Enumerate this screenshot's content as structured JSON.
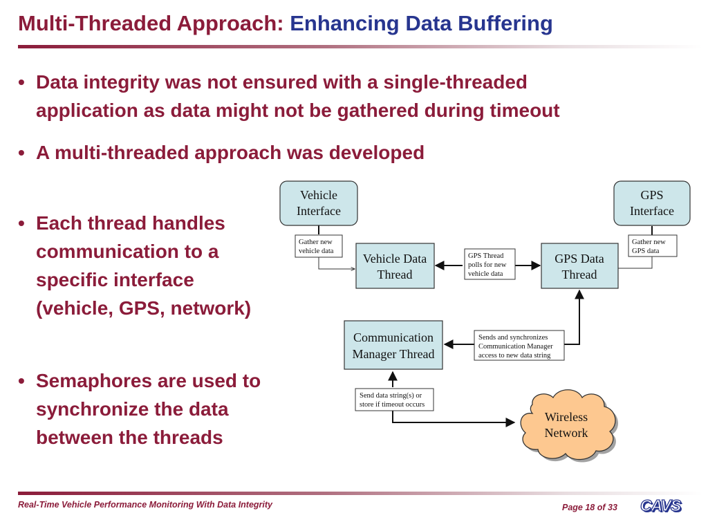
{
  "title": {
    "part1": "Multi-Threaded Approach:",
    "part2": "Enhancing Data Buffering"
  },
  "bullets": {
    "b1": [
      "Data integrity was not ensured with a single-threaded",
      "application as data might not be gathered during timeout"
    ],
    "b2": [
      "A multi-threaded approach was developed"
    ],
    "b3": [
      "Each thread handles",
      "communication to a",
      "specific interface",
      "(vehicle, GPS, network)"
    ],
    "b4": [
      "Semaphores are used to",
      "synchronize the data",
      "between the threads"
    ],
    "marker": "•"
  },
  "diagram": {
    "vehicle_interface": [
      "Vehicle",
      "Interface"
    ],
    "gps_interface": [
      "GPS",
      "Interface"
    ],
    "vehicle_thread": [
      "Vehicle Data",
      "Thread"
    ],
    "gps_thread": [
      "GPS Data",
      "Thread"
    ],
    "comm_thread": [
      "Communication",
      "Manager Thread"
    ],
    "wireless_network": [
      "Wireless",
      "Network"
    ],
    "note_gather_vehicle": [
      "Gather new",
      "vehicle data"
    ],
    "note_gather_gps": [
      "Gather new",
      "GPS data"
    ],
    "note_gps_polls": [
      "GPS Thread",
      "polls for new",
      "vehicle data"
    ],
    "note_sends_sync": [
      "Sends and synchronizes",
      "Communication Manager",
      "access to new data string"
    ],
    "note_send_store": [
      "Send data string(s) or",
      "store if timeout occurs"
    ]
  },
  "footer": {
    "left": "Real-Time Vehicle Performance Monitoring With Data Integrity",
    "page": "Page 18 of 33",
    "logo": "CAVS"
  },
  "colors": {
    "title_primary": "#8b1c3a",
    "title_secondary": "#27358f",
    "box_fill": "#cde6ea",
    "cloud_fill": "#fdc890"
  }
}
